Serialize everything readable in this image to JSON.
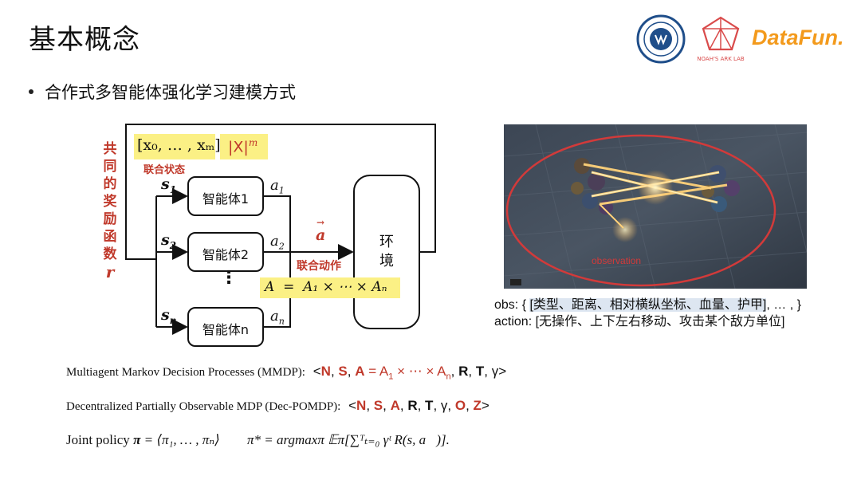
{
  "slide": {
    "title": "基本概念",
    "bullet": "合作式多智能体强化学习建模方式"
  },
  "logos": {
    "university_seal": "seal",
    "noah": "NOAH'S ARK LAB",
    "datafun": "DataFun."
  },
  "diagram": {
    "reward_label": [
      "共",
      "同",
      "的",
      "奖",
      "励",
      "函",
      "数",
      "r"
    ],
    "joint_state_box": "[x₀, … , xₘ]",
    "joint_state_card": "|X|",
    "joint_state_card_sup": "m",
    "joint_state_caption": "联合状态",
    "states": [
      "s",
      "s",
      "s"
    ],
    "state_subs": [
      "1",
      "2",
      "n"
    ],
    "agents": [
      "智能体1",
      "智能体2",
      "智能体n"
    ],
    "actions": [
      "a",
      "a",
      "a"
    ],
    "action_subs": [
      "1",
      "2",
      "n"
    ],
    "ellipsis": "⋮",
    "joint_action_vec": "a",
    "joint_action_caption": "联合动作",
    "action_space": "A  =  A₁ × ⋯ × Aₙ",
    "env": [
      "环",
      "境"
    ],
    "observation_caption": "observation"
  },
  "obs_text": {
    "line1_prefix": "obs: { ",
    "line1_highlight": "[类型、距离、相对横纵坐标、血量、护甲]",
    "line1_suffix": ", … ,  }",
    "line2": "action: [无操作、上下左右移动、攻击某个敌方单位]"
  },
  "equations": {
    "mmdp_label": "Multiagent Markov Decision Processes (MMDP):",
    "mmdp_open": "<",
    "mmdp_N": "N",
    "mmdp_S": "S",
    "mmdp_A": "A",
    "mmdp_Aeq": " = A",
    "mmdp_A1sub": "1",
    "mmdp_times": " × ⋯ ×  A",
    "mmdp_Ansub": "n",
    "mmdp_R": "R",
    "mmdp_T": "T",
    "mmdp_gamma": "γ",
    "mmdp_close": ">",
    "dec_label": "Decentralized Partially Observable MDP (Dec-POMDP):",
    "dec_open": "<",
    "dec_N": "N",
    "dec_S": "S",
    "dec_A": "A",
    "dec_R": "R",
    "dec_T": "T",
    "dec_gamma": "γ",
    "dec_O": "O",
    "dec_Z": "Z",
    "dec_close": ">",
    "joint_label": "Joint policy ",
    "joint_pi": "π",
    "joint_def": " = ⟨π₁, … , πₙ⟩",
    "opt": "π* = argmaxπ 𝔼π[∑ᵀₜ₌₀ γᵗ R(s, a⃗)]."
  },
  "colors": {
    "red": "#c0392b",
    "highlight": "#fbf085",
    "blue_highlight": "#dde6f1",
    "ellipse": "#d23a3a"
  }
}
